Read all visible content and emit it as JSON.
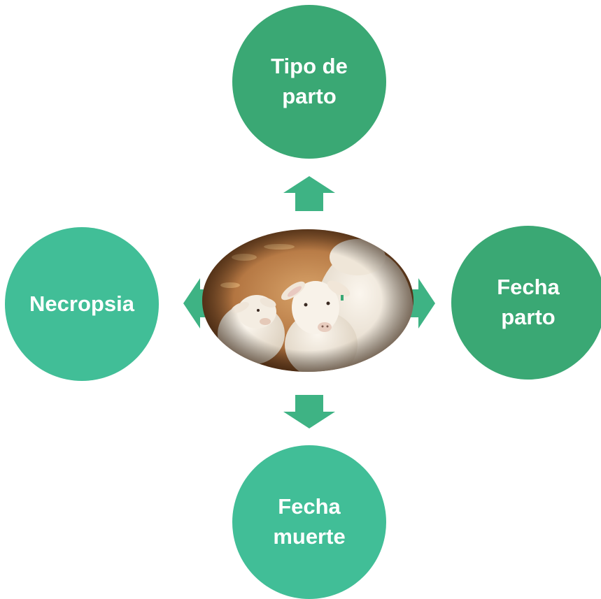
{
  "colors": {
    "node_dark": "#3aa874",
    "node_light": "#41be97",
    "arrow": "#3eb384",
    "text": "#ffffff"
  },
  "nodes": {
    "top": {
      "label": "Tipo de\nparto"
    },
    "right": {
      "label": "Fecha\nparto"
    },
    "bottom": {
      "label": "Fecha\nmuerte"
    },
    "left": {
      "label": "Necropsia"
    }
  },
  "center": {
    "image": "lambs-photo"
  }
}
